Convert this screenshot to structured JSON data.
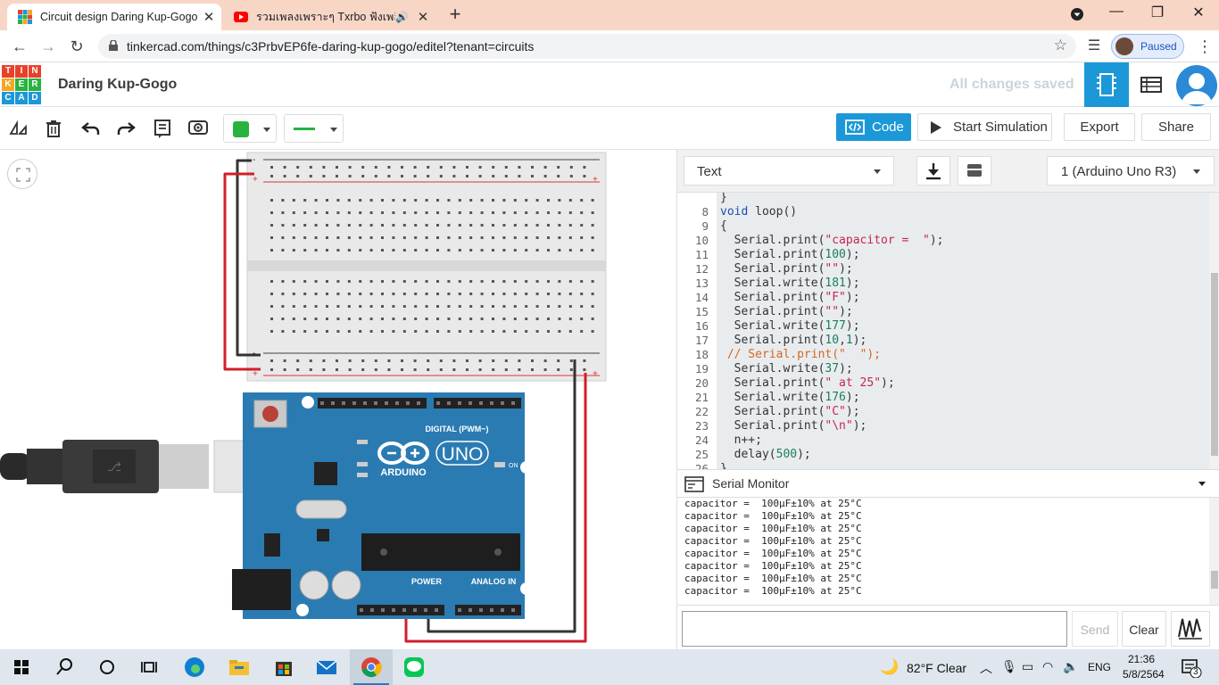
{
  "browser": {
    "tabs": [
      {
        "title": "Circuit design Daring Kup-Gogo |",
        "active": true
      },
      {
        "title": "รวมเพลงเพราะๆ Txrbo ฟังเพลินๆ",
        "active": false
      }
    ],
    "url": "tinkercad.com/things/c3PrbvEP6fe-daring-kup-gogo/editel?tenant=circuits",
    "profile_status": "Paused"
  },
  "app": {
    "logo_letters": [
      "T",
      "I",
      "N",
      "K",
      "E",
      "R",
      "C",
      "A",
      "D"
    ],
    "design_name": "Daring Kup-Gogo",
    "save_status": "All changes saved"
  },
  "toolbar": {
    "code_label": "Code",
    "start_simulation_label": "Start Simulation",
    "export_label": "Export",
    "share_label": "Share",
    "color": "#28b33e"
  },
  "code_panel": {
    "mode": "Text",
    "board": "1 (Arduino Uno R3)",
    "lines": [
      {
        "n": "",
        "text": "}"
      },
      {
        "n": "8",
        "text": "void loop()"
      },
      {
        "n": "9",
        "text": "{"
      },
      {
        "n": "10",
        "text": "  Serial.print(\"capacitor =  \");"
      },
      {
        "n": "11",
        "text": "  Serial.print(100);"
      },
      {
        "n": "12",
        "text": "  Serial.print(\"\");"
      },
      {
        "n": "13",
        "text": "  Serial.write(181);"
      },
      {
        "n": "14",
        "text": "  Serial.print(\"F\");"
      },
      {
        "n": "15",
        "text": "  Serial.print(\"\");"
      },
      {
        "n": "16",
        "text": "  Serial.write(177);"
      },
      {
        "n": "17",
        "text": "  Serial.print(10,1);"
      },
      {
        "n": "18",
        "text": " // Serial.print(\"  \");"
      },
      {
        "n": "19",
        "text": "  Serial.write(37);"
      },
      {
        "n": "20",
        "text": "  Serial.print(\" at 25\");"
      },
      {
        "n": "21",
        "text": "  Serial.write(176);"
      },
      {
        "n": "22",
        "text": "  Serial.print(\"C\");"
      },
      {
        "n": "23",
        "text": "  Serial.print(\"\\n\");"
      },
      {
        "n": "24",
        "text": "  n++;"
      },
      {
        "n": "25",
        "text": "  delay(500);"
      },
      {
        "n": "26",
        "text": "}"
      }
    ]
  },
  "serial_monitor": {
    "title": "Serial Monitor",
    "output": [
      "capacitor =  100µF±10% at 25°C",
      "capacitor =  100µF±10% at 25°C",
      "capacitor =  100µF±10% at 25°C",
      "capacitor =  100µF±10% at 25°C",
      "capacitor =  100µF±10% at 25°C",
      "capacitor =  100µF±10% at 25°C",
      "capacitor =  100µF±10% at 25°C",
      "capacitor =  100µF±10% at 25°C"
    ],
    "input_value": "",
    "send_label": "Send",
    "clear_label": "Clear"
  },
  "arduino": {
    "brand": "ARDUINO",
    "model": "UNO",
    "digital_label": "DIGITAL (PWM~)",
    "power_label": "POWER",
    "analog_label": "ANALOG IN",
    "on_label": "ON"
  },
  "taskbar": {
    "weather": "82°F  Clear",
    "language": "ENG",
    "time": "21:36",
    "date": "5/8/2564",
    "notifications": "3"
  }
}
